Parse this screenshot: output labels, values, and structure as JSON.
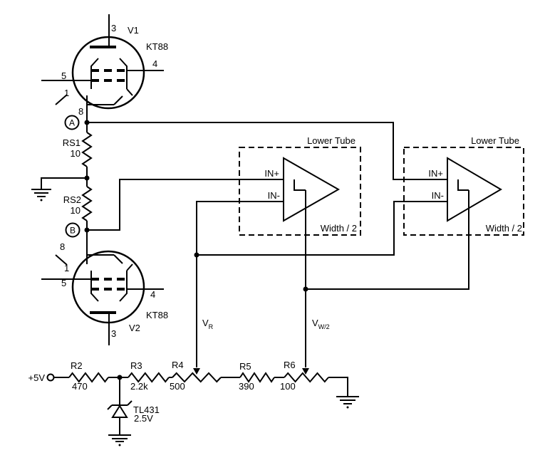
{
  "colors": {
    "ink": "#000000",
    "background": "#ffffff"
  },
  "tubes": {
    "v1": {
      "designator": "V1",
      "model": "KT88",
      "pin3": "3",
      "pin4": "4",
      "pin5": "5",
      "pin1": "1",
      "pin8": "8"
    },
    "v2": {
      "designator": "V2",
      "model": "KT88",
      "pin3": "3",
      "pin4": "4",
      "pin5": "5",
      "pin1": "1",
      "pin8": "8"
    }
  },
  "nodes": {
    "a": "A",
    "b": "B"
  },
  "resistors": {
    "rs1": {
      "ref": "RS1",
      "value": "10"
    },
    "rs2": {
      "ref": "RS2",
      "value": "10"
    },
    "r2": {
      "ref": "R2",
      "value": "470"
    },
    "r3": {
      "ref": "R3",
      "value": "2.2k"
    },
    "r4": {
      "ref": "R4",
      "value": "500"
    },
    "r5": {
      "ref": "R5",
      "value": "390"
    },
    "r6": {
      "ref": "R6",
      "value": "100"
    }
  },
  "comparators": [
    {
      "title": "Lower Tube",
      "in_plus": "IN+",
      "in_minus": "IN-",
      "width_label": "Width / 2"
    },
    {
      "title": "Lower Tube",
      "in_plus": "IN+",
      "in_minus": "IN-",
      "width_label": "Width / 2"
    }
  ],
  "net_labels": {
    "v_ref": {
      "base": "V",
      "sub": "R"
    },
    "v_width": {
      "base": "V",
      "sub": "W/2"
    }
  },
  "power": {
    "supply": "+5V"
  },
  "shunt_reference": {
    "ref": "TL431",
    "value": "2.5V"
  }
}
